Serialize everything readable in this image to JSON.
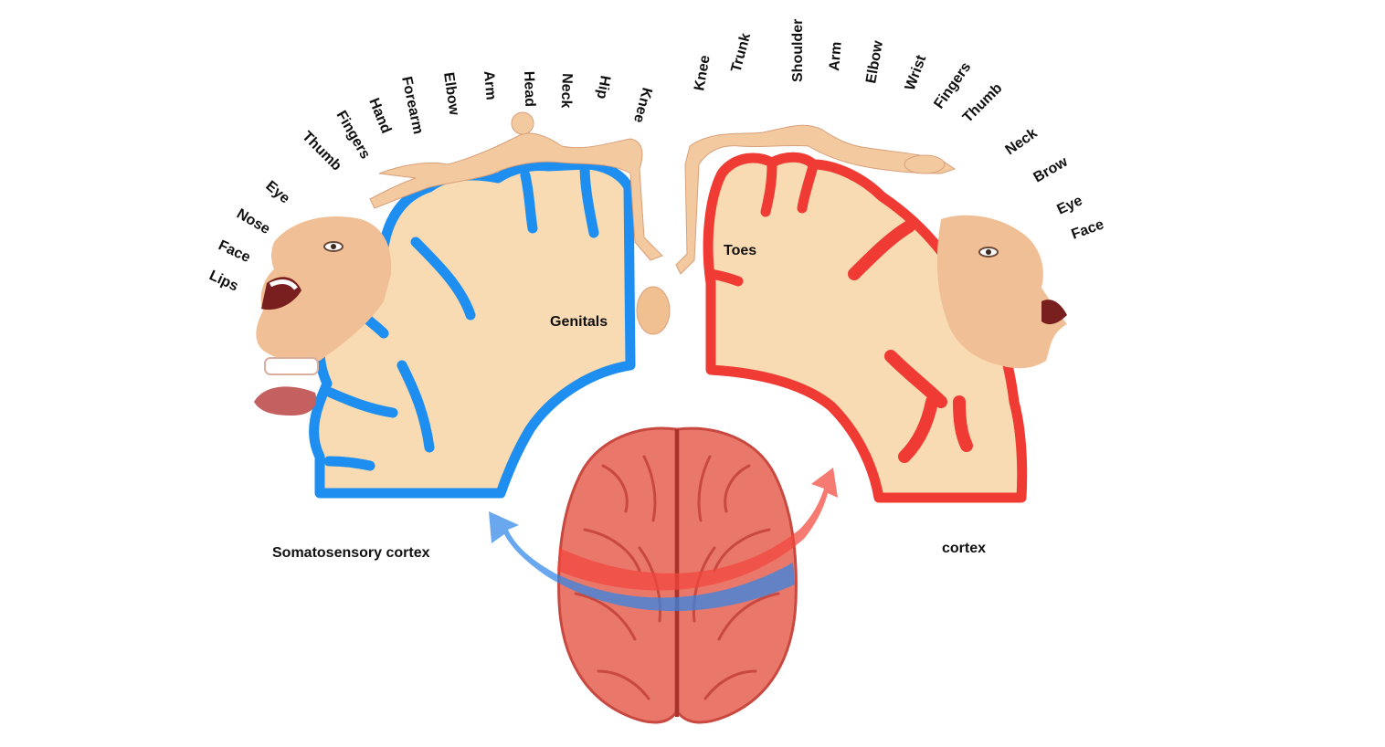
{
  "left_hemisphere": {
    "caption": "Somatosensory cortex",
    "inner_label": "Genitals",
    "outline_color": "#1e8ff0",
    "arc_labels": [
      "Lips",
      "Face",
      "Nose",
      "Eye",
      "Thumb",
      "Fingers",
      "Hand",
      "Forearm",
      "Elbow",
      "Arm",
      "Head",
      "Neck",
      "Hip",
      "Knee"
    ]
  },
  "right_hemisphere": {
    "caption": "cortex",
    "inner_label": "Toes",
    "outline_color": "#ef3b33",
    "arc_labels": [
      "Knee",
      "Trunk",
      "Shoulder",
      "Arm",
      "Elbow",
      "Wrist",
      "Fingers",
      "Thumb",
      "Neck",
      "Brow",
      "Eye",
      "Face"
    ]
  },
  "colors": {
    "tissue": "#f8dbb2",
    "skin": "#f3c9a0",
    "brain": "#e9786b",
    "brain_dark": "#c9483f"
  },
  "icons": {
    "left_homunculus": "homunculus-face-icon",
    "right_homunculus": "homunculus-face-icon",
    "brain": "brain-top-view-icon",
    "left_arrow": "curved-arrow-left-icon",
    "right_arrow": "curved-arrow-right-icon"
  }
}
